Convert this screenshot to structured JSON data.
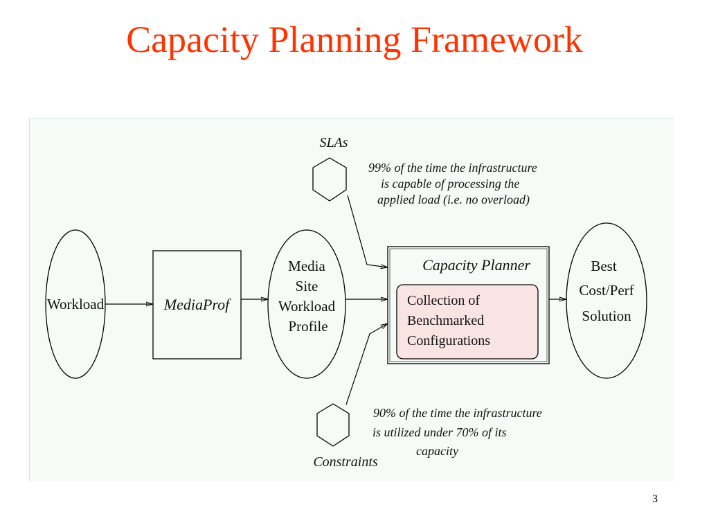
{
  "slide": {
    "title": "Capacity Planning Framework",
    "page_number": "3"
  },
  "diagram": {
    "workload": "Workload",
    "mediaprof": "MediaProf",
    "profile_lines": [
      "Media",
      "Site",
      "Workload",
      "Profile"
    ],
    "capacity_planner": "Capacity Planner",
    "collection_lines": [
      "Collection of",
      "Benchmarked",
      "Configurations"
    ],
    "solution_lines": [
      "Best",
      "Cost/Perf",
      "Solution"
    ],
    "slas": "SLAs",
    "sla_note_lines": [
      "99% of the time the infrastructure",
      "is capable of processing the",
      "applied load (i.e. no overload)"
    ],
    "constraints": "Constraints",
    "constraint_note_lines": [
      "90% of the time the infrastructure",
      "is utilized under 70% of its",
      "capacity"
    ],
    "collection_fill": "#f9e3e3"
  }
}
